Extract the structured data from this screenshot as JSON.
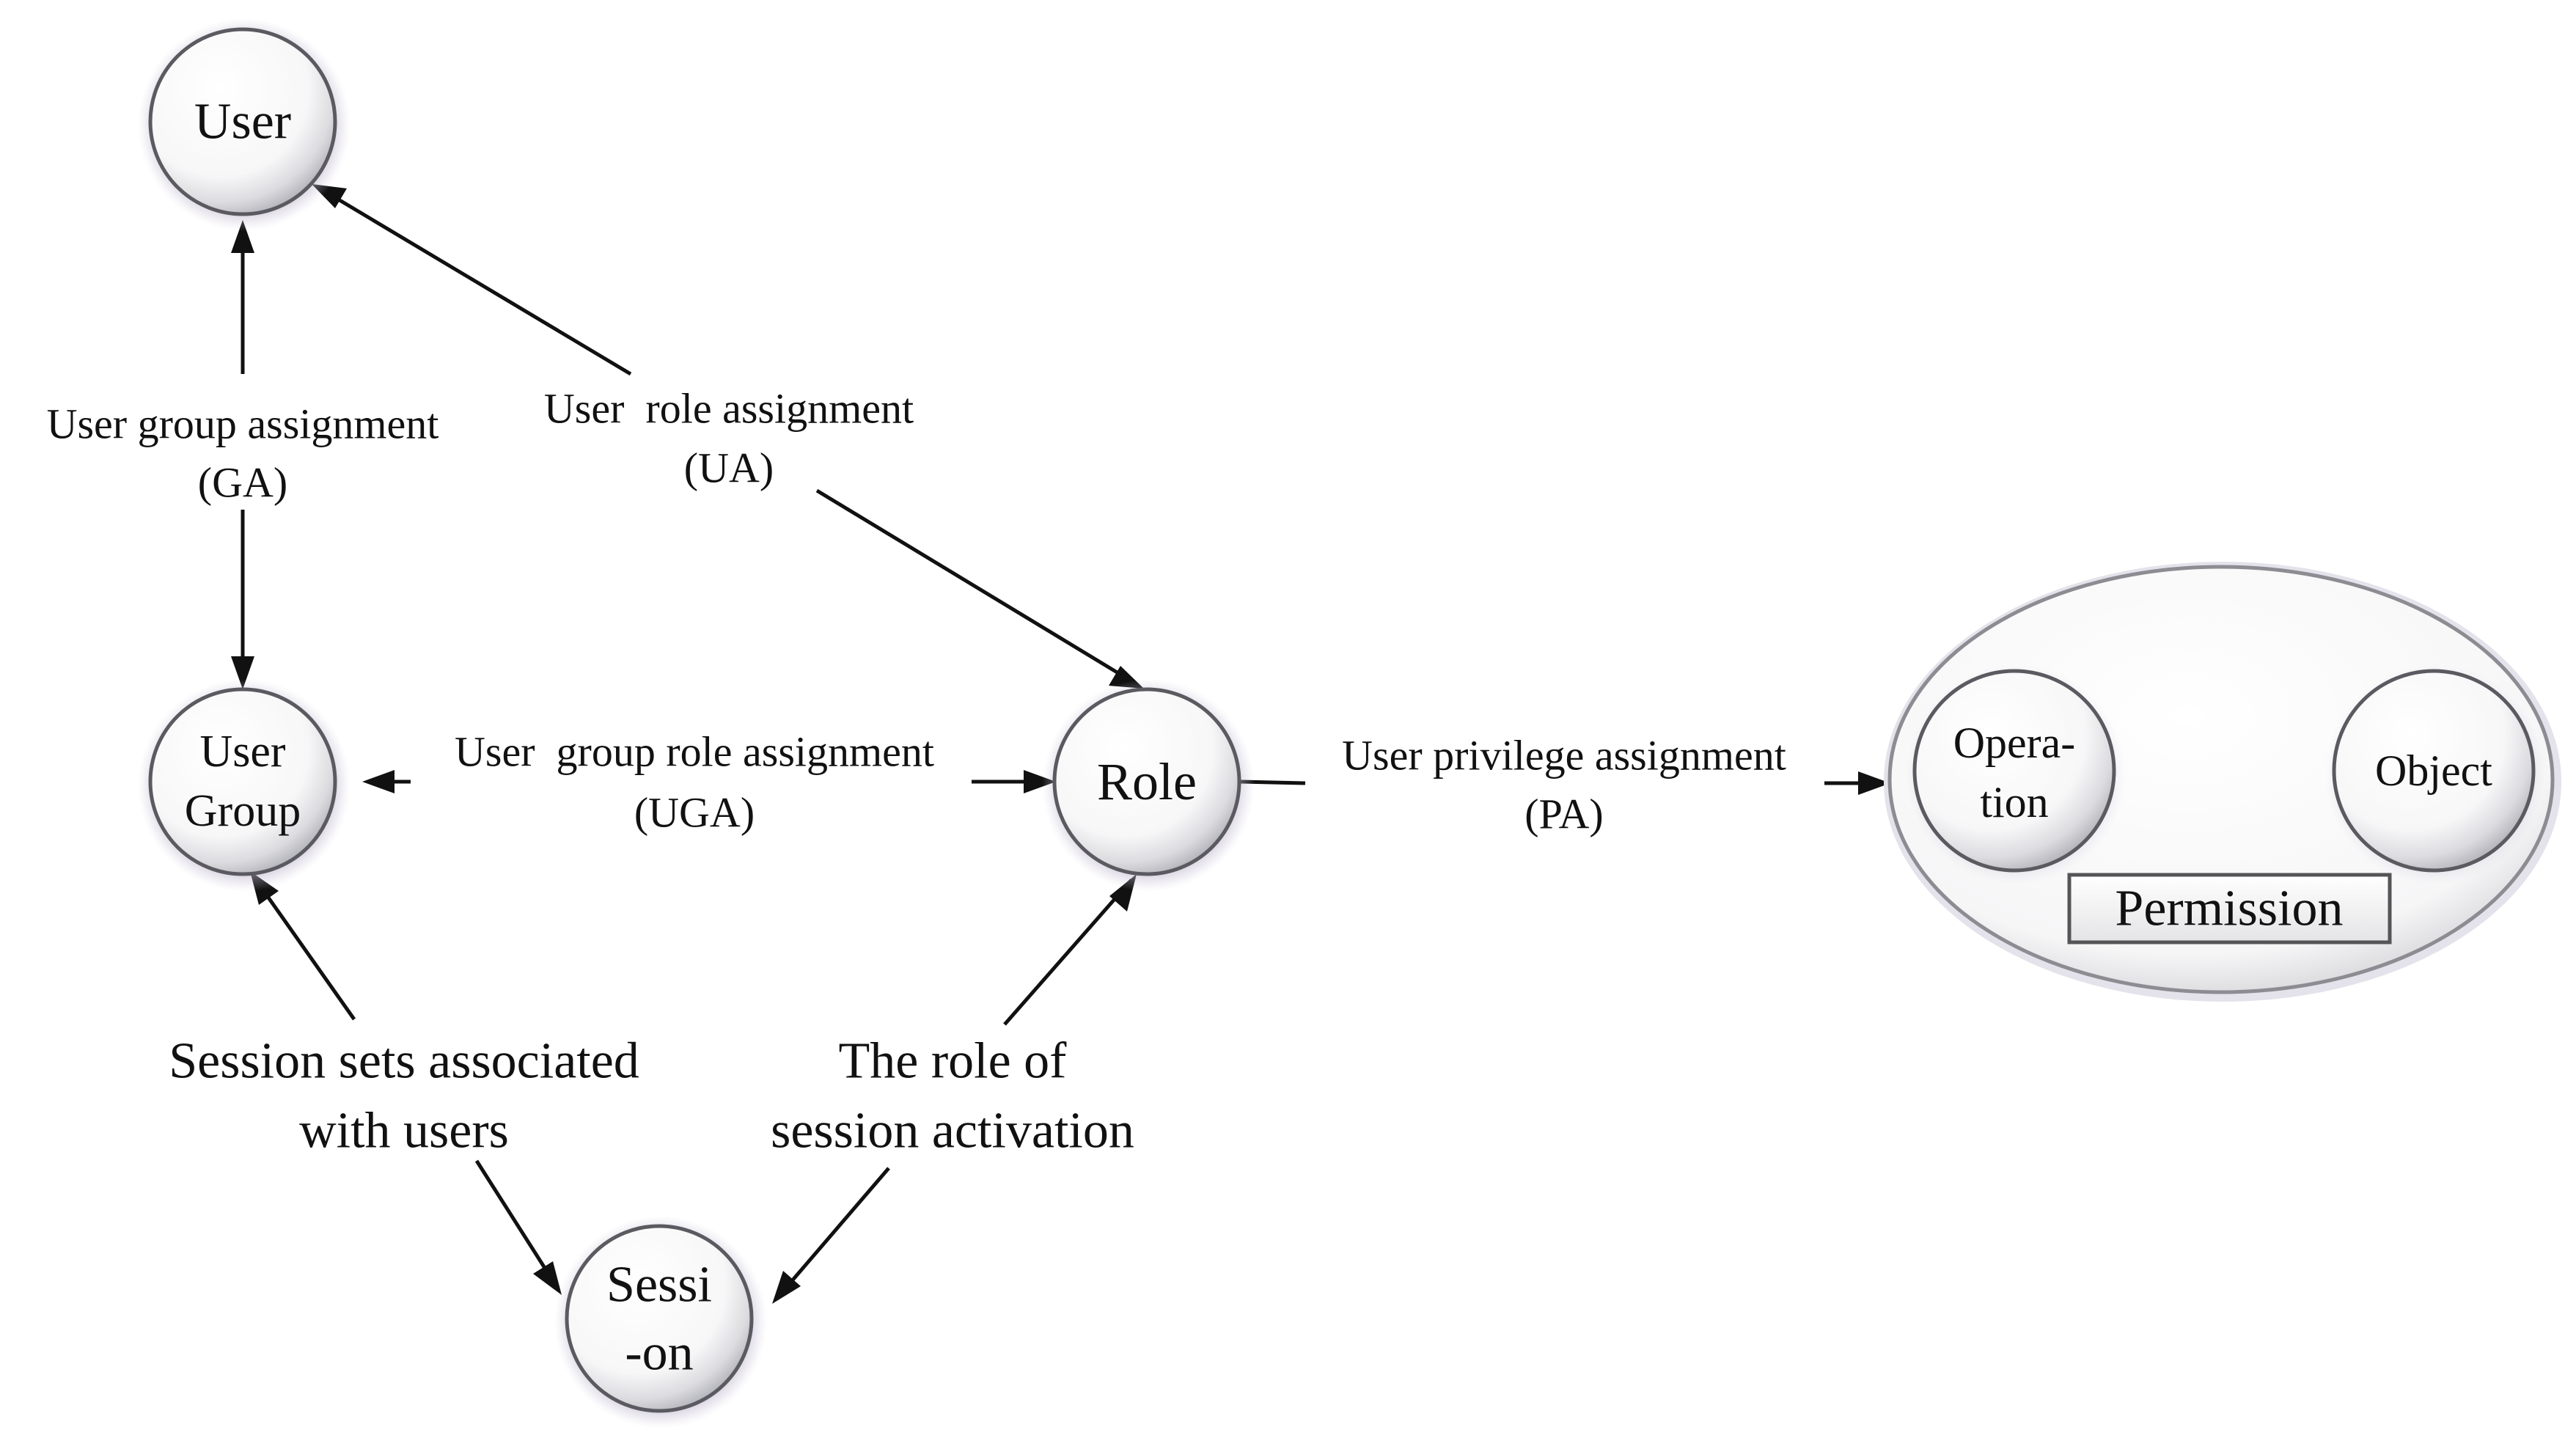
{
  "nodes": {
    "user": "User",
    "user_group": [
      "User",
      "Group"
    ],
    "role": "Role",
    "session": [
      "Sessi",
      "-on"
    ],
    "operation": [
      "Opera-",
      "tion"
    ],
    "object": "Object",
    "permission": "Permission"
  },
  "edges": {
    "ga": [
      "User group assignment",
      "(GA)"
    ],
    "ua": [
      "User  role assignment",
      "(UA)"
    ],
    "uga": [
      "User  group role assignment",
      "(UGA)"
    ],
    "pa": [
      "User privilege assignment",
      "(PA)"
    ],
    "session_users": [
      "Session sets associated",
      "with users"
    ],
    "session_role": [
      "The role of",
      "session activation"
    ]
  }
}
